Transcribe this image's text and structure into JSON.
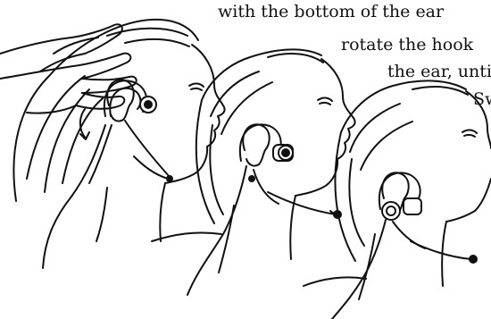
{
  "instructions": {
    "line1": "with the bottom of the ear",
    "line2": "rotate the hook",
    "line3": "the ear, until",
    "line4": "Sw"
  },
  "illustration": {
    "subject": "three-step headset fitting sequence",
    "colors": {
      "ink": "#111111",
      "paper": "#ffffff"
    }
  }
}
